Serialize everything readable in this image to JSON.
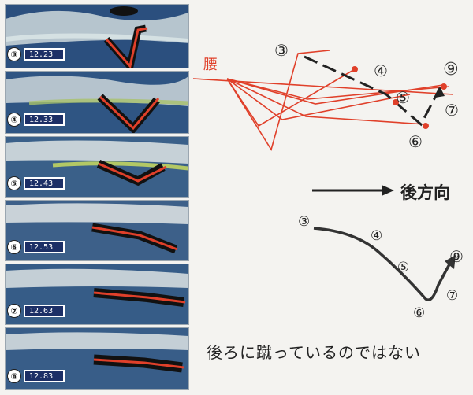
{
  "frames": [
    {
      "num": "③",
      "time": "12.23"
    },
    {
      "num": "④",
      "time": "12.33"
    },
    {
      "num": "⑤",
      "time": "12.43"
    },
    {
      "num": "⑥",
      "time": "12.53"
    },
    {
      "num": "⑦",
      "time": "12.63"
    },
    {
      "num": "⑧",
      "time": "12.83"
    }
  ],
  "diagram": {
    "hip_label": "腰",
    "markers": {
      "m3": "③",
      "m4": "④",
      "m5": "⑤",
      "m6": "⑥",
      "m7": "⑦",
      "m9": "⑨"
    }
  },
  "direction_label": "後方向",
  "trajectory_markers": {
    "t3": "③",
    "t4": "④",
    "t5": "⑤",
    "t6": "⑥",
    "t7": "⑦",
    "t9": "⑨"
  },
  "caption": "後ろに蹴っているのではない",
  "colors": {
    "stick": "#e0402a",
    "trajectory": "#333333",
    "water": "#2a4b78"
  }
}
